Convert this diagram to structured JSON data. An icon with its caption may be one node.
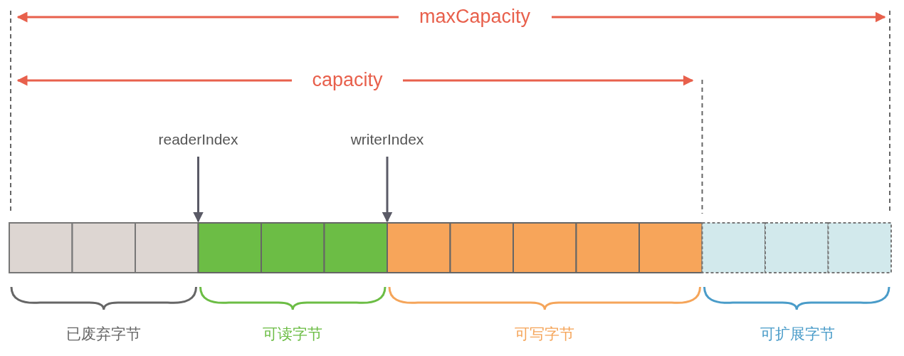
{
  "diagram": {
    "nodes": [
      {
        "text": [
          "readerIndex"
        ]
      },
      {
        "text": [
          "writerIndex"
        ]
      },
      {
        "text": [],
        "shape": "box"
      },
      {
        "text": [],
        "shape": "box"
      },
      {
        "text": [],
        "shape": "box"
      },
      {
        "text": [],
        "shape": "box"
      },
      {
        "text": [],
        "shape": "box"
      },
      {
        "text": [],
        "shape": "box"
      },
      {
        "text": [],
        "shape": "box"
      },
      {
        "text": [],
        "shape": "box"
      },
      {
        "text": [],
        "shape": "box"
      },
      {
        "text": [],
        "shape": "box"
      },
      {
        "text": [],
        "shape": "box"
      },
      {
        "text": [],
        "shape": "box"
      },
      {
        "text": [],
        "shape": "box"
      },
      {
        "text": [],
        "shape": "box"
      }
    ],
    "edges": [
      {
        "from": 0,
        "to": 5,
        "arrow": "to"
      },
      {
        "from": 1,
        "to": 8,
        "arrow": "to"
      }
    ],
    "labels": [
      "maxCapacity",
      "capacity",
      "已废弃字节",
      "可读字节",
      "可写字节",
      "可扩展字节"
    ]
  }
}
